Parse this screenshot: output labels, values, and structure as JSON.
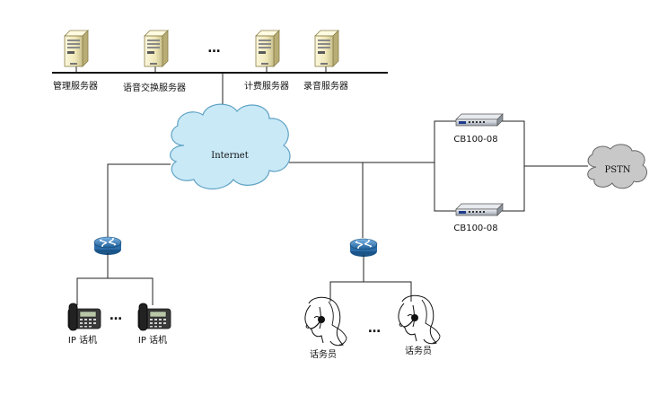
{
  "servers": {
    "management": "管理服务器",
    "voice_switch": "语音交换服务器",
    "ellipsis": "…",
    "billing": "计费服务器",
    "recording": "录音服务器"
  },
  "network": {
    "internet": "Internet",
    "pstn": "PSTN"
  },
  "gateways": {
    "top": "CB100-08",
    "bottom": "CB100-08"
  },
  "endpoints": {
    "phone_left": "IP 话机",
    "phone_right": "IP 话机",
    "phone_ellipsis": "…",
    "agent_left": "话务员",
    "agent_right": "话务员",
    "agent_ellipsis": "…"
  },
  "colors": {
    "cloud_fill": "#c9e9f7",
    "cloud_stroke": "#5fa2c4",
    "pstn_fill": "#c8c8c8",
    "pstn_stroke": "#666666",
    "router_fill": "#3b86c4",
    "server_fill": "#f4efc8"
  }
}
